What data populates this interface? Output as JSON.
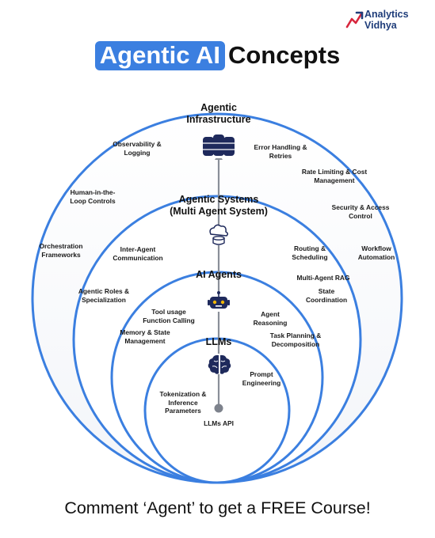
{
  "brand": {
    "line1": "Analytics",
    "line2": "Vidhya"
  },
  "title": {
    "highlight": "Agentic AI",
    "rest": "Concepts"
  },
  "rings": {
    "infrastructure": {
      "name": "Agentic Infrastructure",
      "name_lines": [
        "Agentic",
        "Infrastructure"
      ],
      "concepts": [
        "Observability & Logging",
        "Error Handling & Retries",
        "Rate Limiting & Cost Management",
        "Human-in-the-Loop Controls",
        "Security & Access Control",
        "Orchestration Frameworks",
        "Workflow Automation"
      ]
    },
    "systems": {
      "name_lines": [
        "Agentic Systems",
        "(Multi Agent System)"
      ],
      "concepts": [
        "Inter-Agent Communication",
        "Routing & Scheduling",
        "Agentic Roles & Specialization",
        "Multi-Agent RAG",
        "State Coordination"
      ]
    },
    "agents": {
      "name": "AI Agents",
      "concepts": [
        "Tool usage Function Calling",
        "Agent Reasoning",
        "Memory & State Management",
        "Task Planning & Decomposition"
      ]
    },
    "llms": {
      "name": "LLMs",
      "concepts": [
        "Prompt Engineering",
        "Tokenization & Inference Parameters",
        "LLMs API"
      ]
    }
  },
  "icons": [
    "database-icon",
    "cloud-database-icon",
    "robot-icon",
    "brain-icon"
  ],
  "colors": {
    "ring": "#3b7fe0",
    "accent": "#3b7fe0",
    "dark": "#1f2a5c"
  },
  "footer": "Comment ‘Agent’ to get a FREE Course!"
}
